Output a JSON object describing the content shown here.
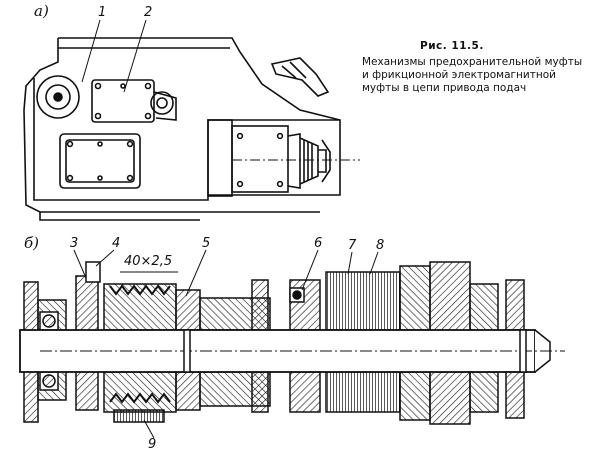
{
  "figure": {
    "panel_a_label": "а)",
    "panel_b_label": "б)",
    "caption_title": "Рис. 11.5.",
    "caption_text": "Механизмы предохранительной муфты и фрикционной электромагнитной муфты в цепи привода подач",
    "callouts_a": [
      "1",
      "2"
    ],
    "callouts_b": [
      "3",
      "4",
      "5",
      "6",
      "7",
      "8",
      "9"
    ],
    "dimension_label": "40×2,5"
  }
}
